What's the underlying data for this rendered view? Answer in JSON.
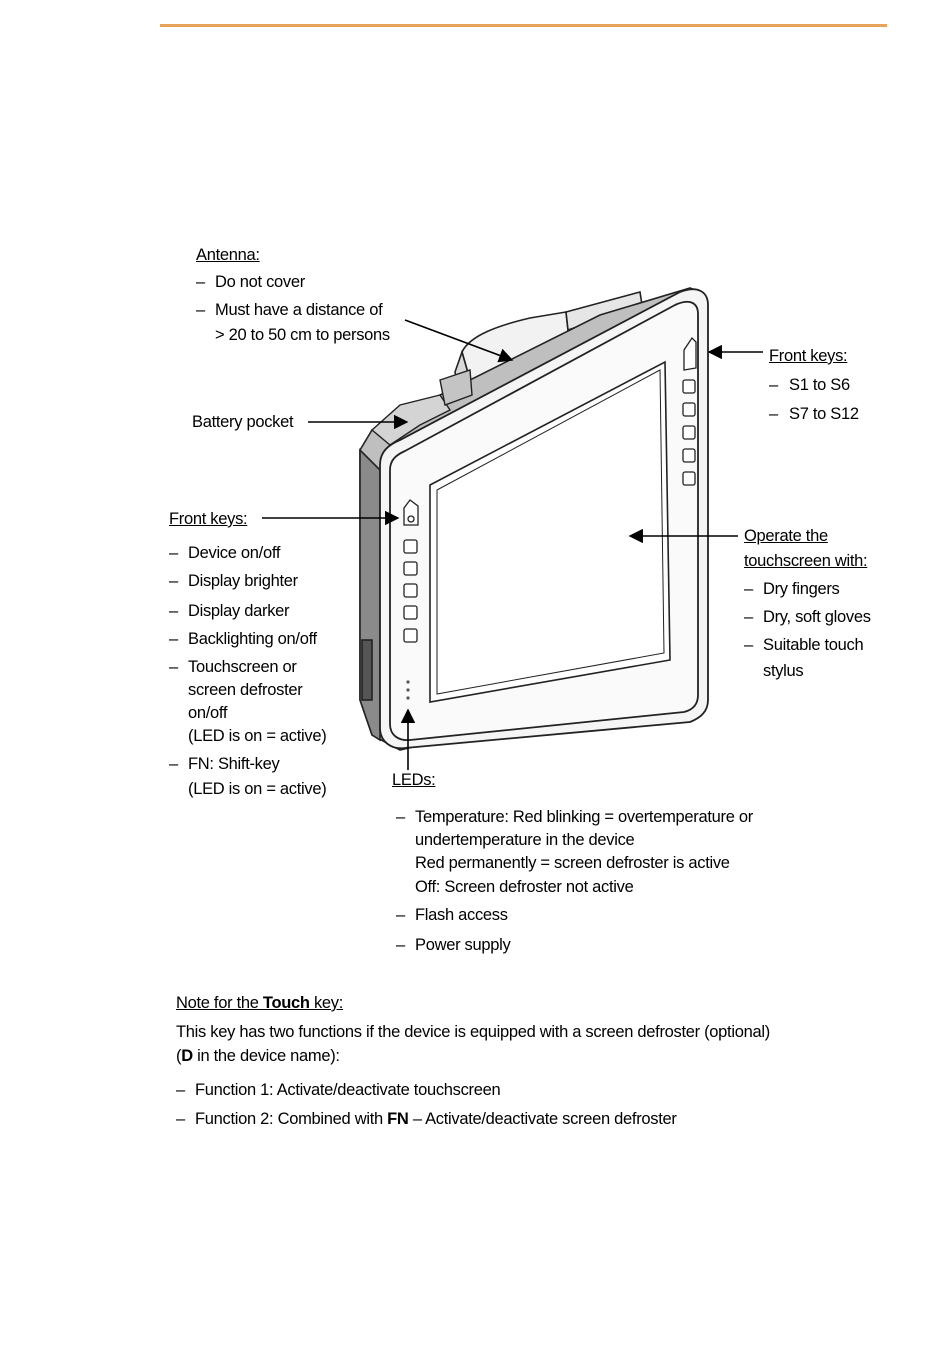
{
  "colors": {
    "rule": "#E8A25A"
  },
  "antenna": {
    "heading": "Antenna:",
    "items": [
      "Do not cover",
      "Must have a distance of",
      "> 20 to 50 cm to persons"
    ]
  },
  "battery": {
    "label": "Battery pocket"
  },
  "front_keys_right": {
    "heading": "Front keys:",
    "items": [
      "S1 to S6",
      "S7 to S12"
    ]
  },
  "front_keys_left": {
    "heading": "Front keys:",
    "items": [
      "Device on/off",
      "Display brighter",
      "Display darker",
      "Backlighting on/off",
      "Touchscreen or",
      "screen defroster",
      "on/off",
      "(LED is on = active)",
      "FN: Shift-key",
      "(LED is on = active)"
    ]
  },
  "touchscreen": {
    "heading_1": "Operate the",
    "heading_2": "touchscreen with:",
    "items": [
      "Dry fingers",
      "Dry, soft gloves",
      "Suitable touch",
      "stylus"
    ]
  },
  "leds": {
    "heading": "LEDs:",
    "items": [
      "Temperature: Red blinking = overtemperature or",
      "undertemperature in the device",
      "Red permanently = screen defroster is active",
      "Off: Screen defroster not active",
      "Flash access",
      "Power supply"
    ]
  },
  "note": {
    "heading_pre": "Note for the ",
    "heading_bold": "Touch",
    "heading_post": " key:",
    "line1": "This key has two functions if the device is equipped with a screen defroster (optional)",
    "line2_open": "(",
    "line2_bold": "D",
    "line2_rest": " in the device name):",
    "func1": "Function 1: Activate/deactivate touchscreen",
    "func2_pre": "Function 2: Combined with ",
    "func2_bold": "FN",
    "func2_post": " – Activate/deactivate screen defroster"
  },
  "dash": "–"
}
